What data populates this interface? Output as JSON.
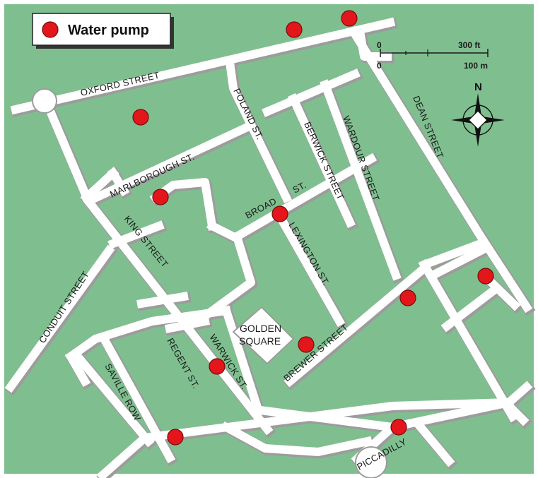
{
  "legend": {
    "label": "Water pump",
    "pump_color": "#e3161b"
  },
  "colors": {
    "background": "#7fbf8f",
    "road": "#ffffff",
    "road_edge": "#9c9c9c"
  },
  "streets": {
    "oxford": "OXFORD STREET",
    "poland": "POLAND ST.",
    "berwick": "BERWICK STREET",
    "wardour": "WARDOUR STREET",
    "dean": "DEAN STREET",
    "marlborough": "MARLBOROUGH ST.",
    "broad_1": "BROAD",
    "broad_2": "ST.",
    "king": "KING STREET",
    "conduit": "CONDUIT STREET",
    "lexington": "LEXINGTON ST.",
    "regent": "REGENT ST.",
    "warwick": "WARWICK ST.",
    "brewer": "BREWER STREET",
    "saville": "SAVILLE ROW",
    "piccadilly": "PICCADILLY"
  },
  "places": {
    "golden_square_1": "GOLDEN",
    "golden_square_2": "SQUARE"
  },
  "scale": {
    "zero_top": "0",
    "zero_bottom": "0",
    "feet": "300 ft",
    "meters": "100 m"
  },
  "compass": {
    "north": "N"
  }
}
